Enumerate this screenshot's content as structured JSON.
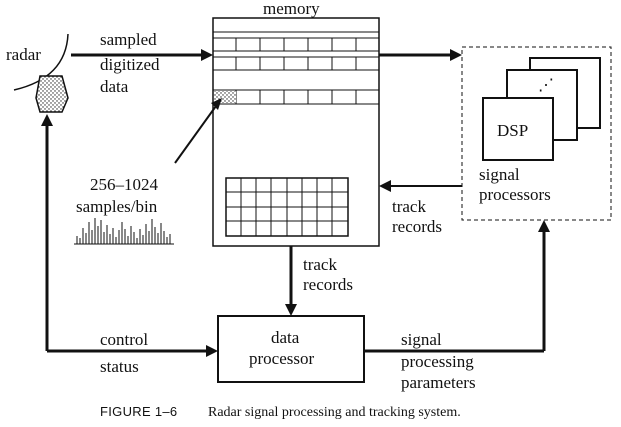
{
  "labels": {
    "memory": "memory",
    "radar": "radar",
    "sampled_line1": "sampled",
    "sampled_line2": "digitized",
    "sampled_line3": "data",
    "samples_line1": "256–1024",
    "samples_line2": "samples/bin",
    "track_records_right_1": "track",
    "track_records_right_2": "records",
    "track_records_down_1": "track",
    "track_records_down_2": "records",
    "dsp": "DSP",
    "dsp_dots": "⋰",
    "signal_processors_1": "signal",
    "signal_processors_2": "processors",
    "data_processor_1": "data",
    "data_processor_2": "processor",
    "control": "control",
    "status": "status",
    "sp_params_1": "signal",
    "sp_params_2": "processing",
    "sp_params_3": "parameters"
  },
  "caption": {
    "figure": "FIGURE 1–6",
    "text": "Radar signal processing and tracking system."
  },
  "colors": {
    "line": "#111111",
    "background": "#ffffff"
  }
}
